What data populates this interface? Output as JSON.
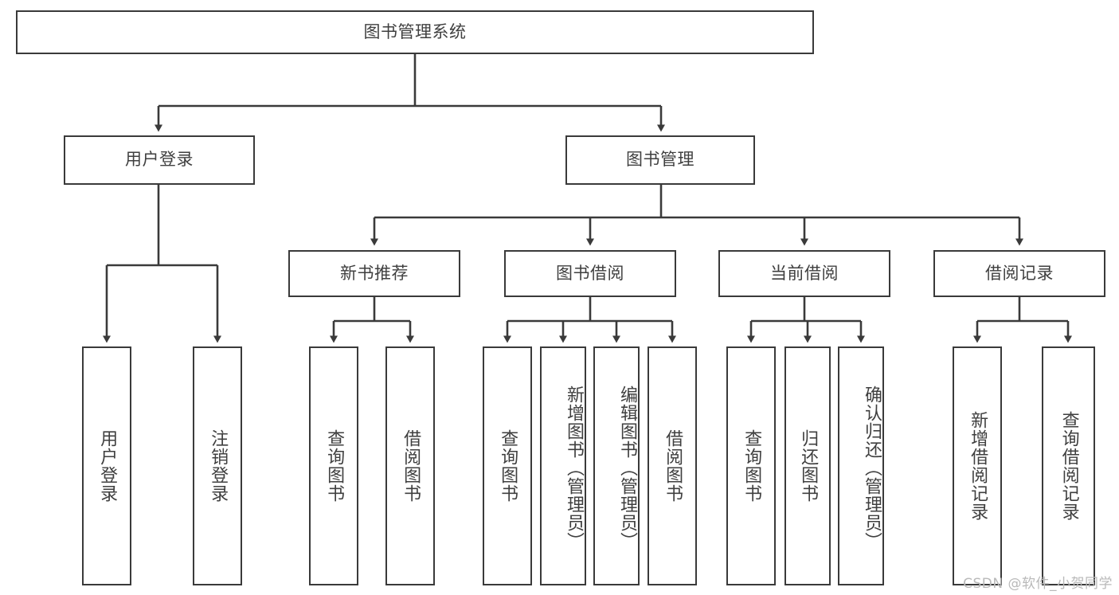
{
  "diagram": {
    "title": "图书管理系统",
    "watermark": "CSDN @软件_小贺同学"
  },
  "nodes": {
    "root": {
      "label": "图书管理系统"
    },
    "level2": [
      {
        "label": "用户登录"
      },
      {
        "label": "图书管理"
      }
    ],
    "level3": [
      {
        "label": "新书推荐"
      },
      {
        "label": "图书借阅"
      },
      {
        "label": "当前借阅"
      },
      {
        "label": "借阅记录"
      }
    ],
    "leaves_user_login": [
      {
        "label": "用户登录"
      },
      {
        "label": "注销登录"
      }
    ],
    "leaves_new_book": [
      {
        "label": "查询图书"
      },
      {
        "label": "借阅图书"
      }
    ],
    "leaves_borrow": [
      {
        "label": "查询图书"
      },
      {
        "label": "新增图书（管理员）"
      },
      {
        "label": "编辑图书（管理员）"
      },
      {
        "label": "借阅图书"
      }
    ],
    "leaves_current": [
      {
        "label": "查询图书"
      },
      {
        "label": "归还图书"
      },
      {
        "label": "确认归还（管理员）"
      }
    ],
    "leaves_record": [
      {
        "label": "新增借阅记录"
      },
      {
        "label": "查询借阅记录"
      }
    ]
  },
  "style": {
    "border_color": "#3a3a3a",
    "text_color": "#3f3f3f",
    "background": "#ffffff",
    "watermark_color": "#b9b9b9"
  }
}
